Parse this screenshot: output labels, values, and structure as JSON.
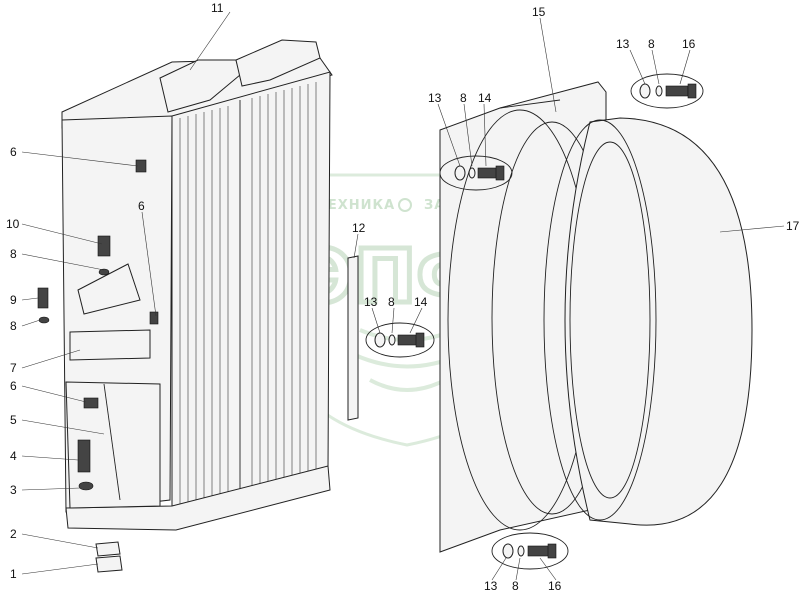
{
  "watermark": {
    "text_left": "ТЕХНИКА",
    "text_right": "ЗАПЧАСТИ",
    "letters": "ЭПФ",
    "colors": {
      "watermark": "#cfe3cf",
      "line": "#222222"
    }
  },
  "callouts": {
    "n1": "1",
    "n2": "2",
    "n3": "3",
    "n4": "4",
    "n5": "5",
    "n6a": "6",
    "n6b": "6",
    "n6c": "6",
    "n7": "7",
    "n8a": "8",
    "n8b": "8",
    "n8c": "8",
    "n8d": "8",
    "n8e": "8",
    "n8f": "8",
    "n9": "9",
    "n10": "10",
    "n11": "11",
    "n12": "12",
    "n13a": "13",
    "n13b": "13",
    "n13c": "13",
    "n13d": "13",
    "n14a": "14",
    "n14b": "14",
    "n15": "15",
    "n16a": "16",
    "n16b": "16",
    "n17": "17"
  }
}
